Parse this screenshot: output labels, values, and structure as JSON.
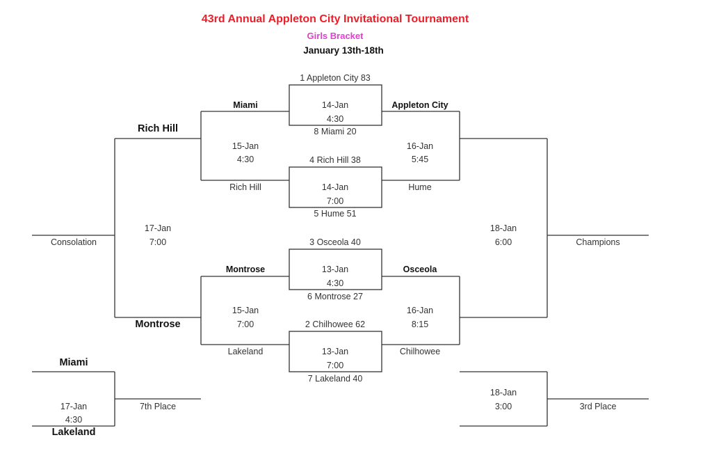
{
  "header": {
    "title": "43rd Annual Appleton City Invitational Tournament",
    "subtitle": "Girls Bracket",
    "dates": "January 13th-18th"
  },
  "first_round": [
    {
      "top": "1 Appleton City 83",
      "date": "14-Jan",
      "time": "4:30",
      "bottom": "8 Miami 20"
    },
    {
      "top": "4 Rich Hill 38",
      "date": "14-Jan",
      "time": "7:00",
      "bottom": "5 Hume 51"
    },
    {
      "top": "3 Osceola 40",
      "date": "13-Jan",
      "time": "4:30",
      "bottom": "6 Montrose 27"
    },
    {
      "top": "2 Chilhowee 62",
      "date": "13-Jan",
      "time": "7:00",
      "bottom": "7 Lakeland 40"
    }
  ],
  "left_second_round": [
    {
      "top": "Miami",
      "date": "15-Jan",
      "time": "4:30",
      "bottom": "Rich Hill"
    },
    {
      "top": "Montrose",
      "date": "15-Jan",
      "time": "7:00",
      "bottom": "Lakeland"
    }
  ],
  "right_second_round": [
    {
      "top": "Appleton City",
      "date": "16-Jan",
      "time": "5:45",
      "bottom": "Hume"
    },
    {
      "top": "Osceola",
      "date": "16-Jan",
      "time": "8:15",
      "bottom": "Chilhowee"
    }
  ],
  "consolation": {
    "top": "Rich Hill",
    "date": "17-Jan",
    "time": "7:00",
    "bottom": "Montrose",
    "label": "Consolation"
  },
  "championship": {
    "date": "18-Jan",
    "time": "6:00",
    "label": "Champions"
  },
  "seventh_place": {
    "top": "Miami",
    "date": "17-Jan",
    "time": "4:30",
    "bottom": "Lakeland",
    "label": "7th Place"
  },
  "third_place": {
    "date": "18-Jan",
    "time": "3:00",
    "label": "3rd Place"
  }
}
